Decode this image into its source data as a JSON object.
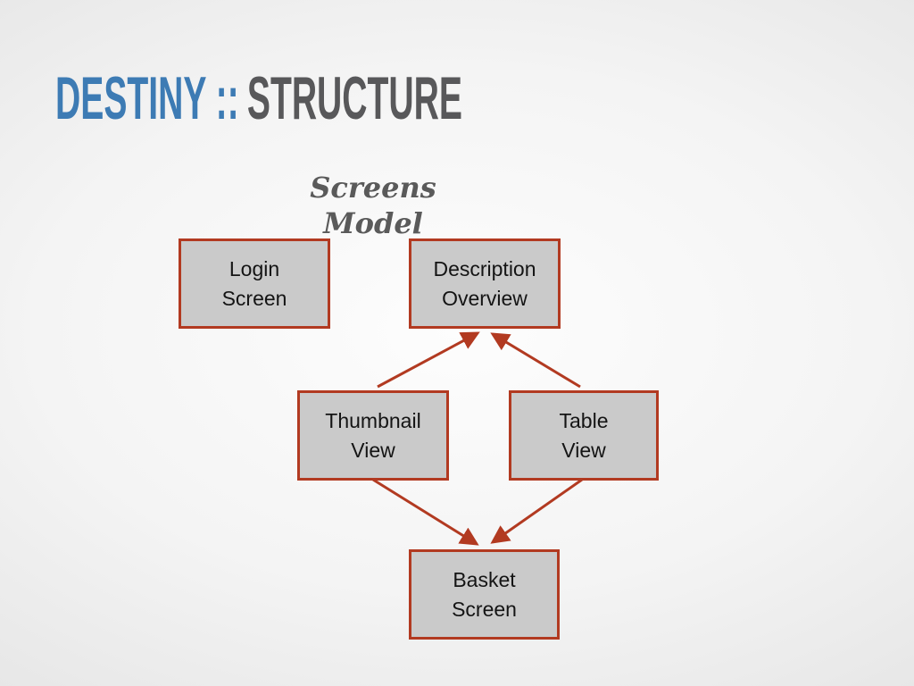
{
  "slide": {
    "title": {
      "primary": "DESTINY ::",
      "secondary": "STRUCTURE"
    },
    "colors": {
      "title_primary": "#3d7bb4",
      "title_secondary": "#58585a",
      "box_fill": "#cacaca",
      "box_border": "#b23a21",
      "arrow": "#b23a21",
      "background_center": "#fdfdfd",
      "background_edge": "#d6d6d6"
    }
  },
  "diagram": {
    "heading": "Screens Model",
    "nodes": [
      {
        "id": "login-screen",
        "line1": "Login",
        "line2": "Screen"
      },
      {
        "id": "description-overview",
        "line1": "Description",
        "line2": "Overview"
      },
      {
        "id": "thumbnail-view",
        "line1": "Thumbnail",
        "line2": "View"
      },
      {
        "id": "table-view",
        "line1": "Table",
        "line2": "View"
      },
      {
        "id": "basket-screen",
        "line1": "Basket",
        "line2": "Screen"
      }
    ],
    "edges": [
      {
        "from": "thumbnail-view",
        "to": "description-overview"
      },
      {
        "from": "table-view",
        "to": "description-overview"
      },
      {
        "from": "thumbnail-view",
        "to": "basket-screen"
      },
      {
        "from": "table-view",
        "to": "basket-screen"
      }
    ]
  }
}
